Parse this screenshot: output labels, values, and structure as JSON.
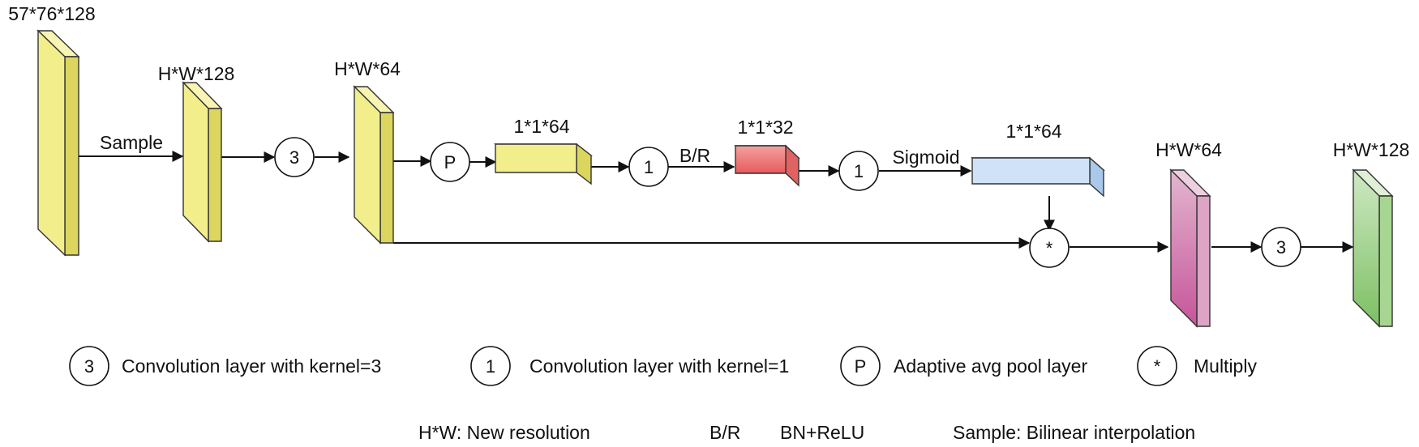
{
  "blocks": {
    "input": {
      "shape": "57*76*128",
      "color": "#f2ee8c"
    },
    "upsampled": {
      "shape": "H*W*128",
      "color": "#f2ee8c"
    },
    "conv3_out": {
      "shape": "H*W*64",
      "color": "#f2ee8c"
    },
    "pooled": {
      "shape": "1*1*64",
      "color": "#f2ee8c"
    },
    "reduced": {
      "shape": "1*1*32",
      "color": "#f07070"
    },
    "attention": {
      "shape": "1*1*64",
      "color": "#cfe2f7"
    },
    "weighted": {
      "shape": "H*W*64",
      "color": "#d48fb4"
    },
    "output": {
      "shape": "H*W*128",
      "color": "#93cc7a"
    }
  },
  "edges": {
    "sample": "Sample",
    "bn_relu": "B/R",
    "sigmoid": "Sigmoid"
  },
  "nodes": {
    "conv3_a": "3",
    "pool": "P",
    "conv1_a": "1",
    "conv1_b": "1",
    "multiply": "*",
    "conv3_b": "3"
  },
  "legend": {
    "items": [
      {
        "symbol": "3",
        "text": "Convolution layer with kernel=3"
      },
      {
        "symbol": "1",
        "text": "Convolution layer with kernel=1"
      },
      {
        "symbol": "P",
        "text": "Adaptive avg pool  layer"
      },
      {
        "symbol": "*",
        "text": "Multiply"
      }
    ],
    "notes": {
      "resolution": "H*W: New resolution",
      "br_key": "B/R",
      "br_value": "BN+ReLU",
      "sample": "Sample: Bilinear interpolation"
    }
  }
}
